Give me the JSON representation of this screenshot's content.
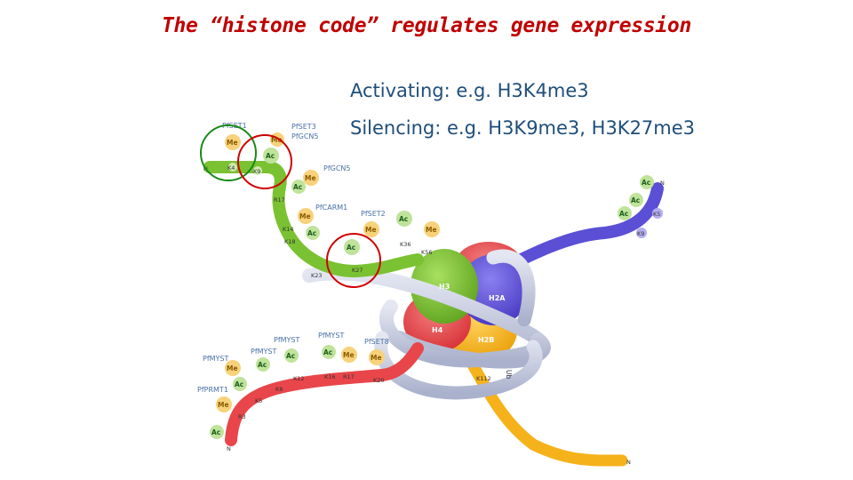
{
  "title": "The “histone code” regulates gene expression",
  "marks": {
    "activating": "Activating: e.g. H3K4me3",
    "silencing": "Silencing: e.g. H3K9me3, H3K27me3"
  },
  "colors": {
    "title": "#c00000",
    "text": "#1f4e79",
    "h3": "#7ac231",
    "h4": "#e8464a",
    "h2a": "#5b4fd6",
    "h2b": "#f5b21b",
    "dna": "#c8cde0",
    "circle_green": "#1a8a1a",
    "circle_red": "#d00000"
  },
  "histones": {
    "h3": "H3",
    "h2a": "H2A",
    "h4": "H4",
    "h2b": "H2B",
    "ub": "Ub"
  },
  "modifications": {
    "me": "Me",
    "ac": "Ac"
  },
  "enzymes": {
    "set1": "PfSET1",
    "set3": "PfSET3",
    "gcn5_top": "PfGCN5",
    "gcn5_mid": "PfGCN5",
    "carm1": "PfCARM1",
    "set2": "PfSET2",
    "myst_a": "PfMYST",
    "myst_b": "PfMYST",
    "myst_c": "PfMYST",
    "myst_d": "PfMYST",
    "set8": "PfSET8",
    "prmt1": "PfPRMT1"
  },
  "residues": {
    "n_h3": "N",
    "k4": "K4",
    "k9": "K9",
    "r17": "R17",
    "k14": "K14",
    "k18": "K18",
    "k23": "K23",
    "k27": "K27",
    "k36": "K36",
    "k56": "K56",
    "n_h2a": "N",
    "k5_h2a": "K5",
    "k9_h2a": "K9",
    "n_h4": "N",
    "r3": "R3",
    "k5": "K5",
    "k8": "K8",
    "k12": "K12",
    "k16": "K16",
    "r17_h4": "R17",
    "k20": "K20",
    "k112": "K112",
    "n_h2b": "N"
  }
}
